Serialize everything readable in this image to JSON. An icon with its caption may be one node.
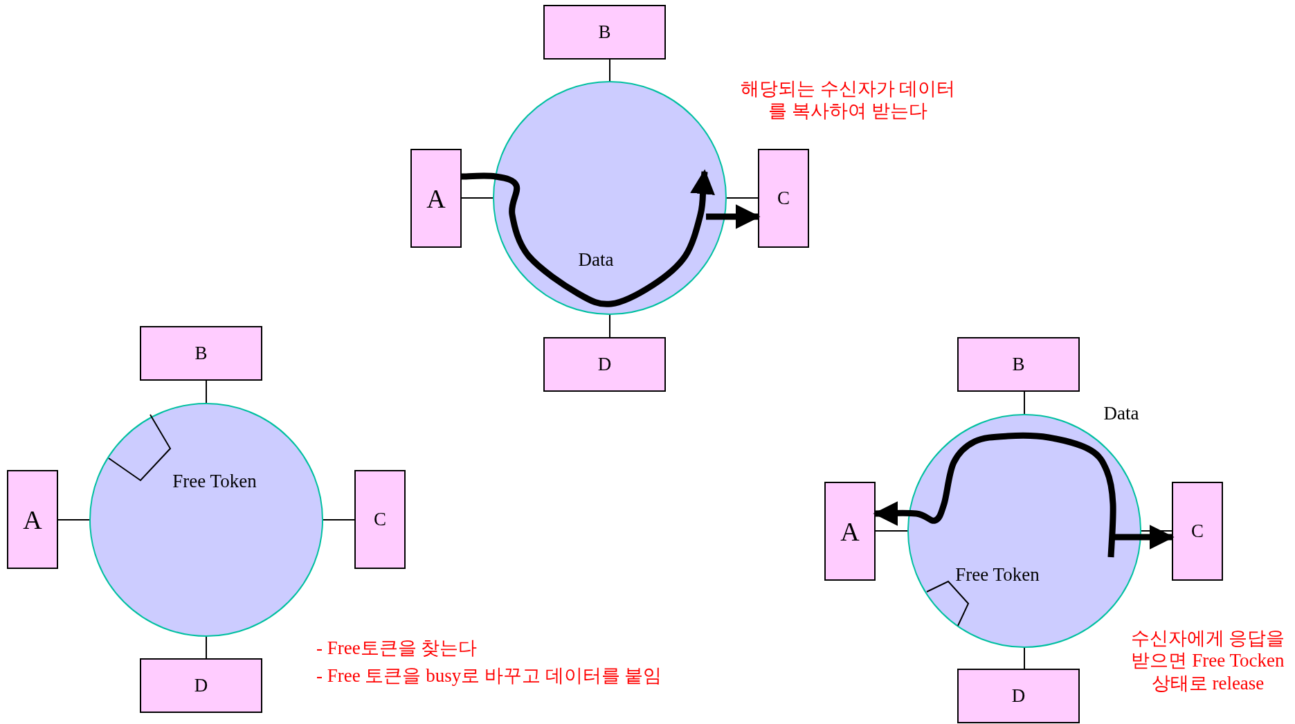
{
  "diagram": {
    "nodes": [
      {
        "text": [
          "B"
        ]
      },
      {
        "text": [
          "A"
        ]
      },
      {
        "text": [
          "Data"
        ]
      },
      {
        "text": [
          "C"
        ]
      },
      {
        "text": [
          "D"
        ]
      },
      {
        "text": [
          "B"
        ]
      },
      {
        "text": [
          "A"
        ]
      },
      {
        "text": [
          "Free Token"
        ]
      },
      {
        "text": [
          "C"
        ]
      },
      {
        "text": [
          "D"
        ]
      },
      {
        "text": [
          "B"
        ]
      },
      {
        "text": [
          "A"
        ]
      },
      {
        "text": [
          "Free Token"
        ],
        "beside": [
          "Data"
        ]
      },
      {
        "text": [
          "C"
        ]
      },
      {
        "text": [
          "D"
        ]
      }
    ],
    "edges": [
      {
        "from": 0,
        "to": 2,
        "arrow": "none"
      },
      {
        "from": 1,
        "to": 2,
        "arrow": "none"
      },
      {
        "from": 2,
        "to": 3,
        "arrow": "none"
      },
      {
        "from": 2,
        "to": 4,
        "arrow": "none"
      },
      {
        "from": 1,
        "to": 2,
        "arrow": "to",
        "style": "thick"
      },
      {
        "from": 2,
        "to": 3,
        "arrow": "to",
        "style": "thick"
      },
      {
        "from": 5,
        "to": 7,
        "arrow": "none"
      },
      {
        "from": 6,
        "to": 7,
        "arrow": "none"
      },
      {
        "from": 7,
        "to": 8,
        "arrow": "none"
      },
      {
        "from": 7,
        "to": 9,
        "arrow": "none"
      },
      {
        "from": 10,
        "to": 12,
        "arrow": "none"
      },
      {
        "from": 11,
        "to": 12,
        "arrow": "none"
      },
      {
        "from": 12,
        "to": 13,
        "arrow": "none"
      },
      {
        "from": 12,
        "to": 14,
        "arrow": "none"
      },
      {
        "from": 12,
        "to": 11,
        "arrow": "to",
        "style": "thick"
      },
      {
        "from": 12,
        "to": 13,
        "arrow": "to",
        "style": "thick"
      }
    ],
    "labels": [
      "해당되는 수신자가 데이터를 복사하여 받는다",
      "- Free토큰을 찾는다",
      "- Free 토큰을 busy로 바꾸고 데이터를 붙임",
      "수신자에게 응답을 받으면 Free Tocken 상태로 release"
    ]
  }
}
